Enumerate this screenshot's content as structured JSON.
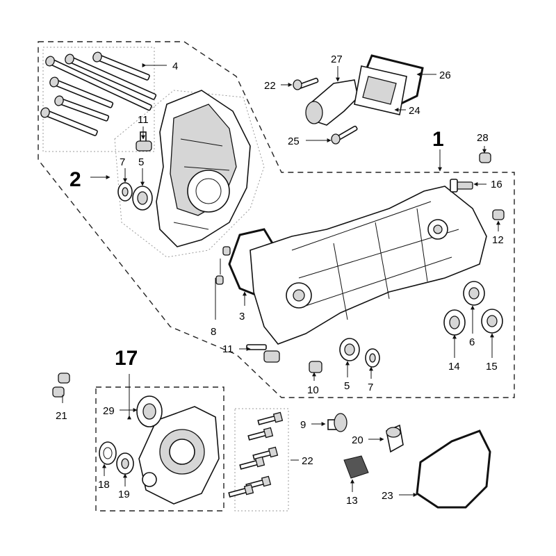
{
  "diagram": {
    "group_labels": {
      "g1": "1",
      "g2": "2",
      "g17": "17"
    },
    "callouts": {
      "c3": "3",
      "c4": "4",
      "c5a": "5",
      "c5b": "5",
      "c6": "6",
      "c7a": "7",
      "c7b": "7",
      "c8": "8",
      "c9": "9",
      "c10": "10",
      "c11a": "11",
      "c11b": "11",
      "c12": "12",
      "c13": "13",
      "c14": "14",
      "c15": "15",
      "c16": "16",
      "c18": "18",
      "c19": "19",
      "c20": "20",
      "c21": "21",
      "c22a": "22",
      "c22b": "22",
      "c23": "23",
      "c24": "24",
      "c25": "25",
      "c26": "26",
      "c27": "27",
      "c28": "28",
      "c29": "29"
    }
  }
}
